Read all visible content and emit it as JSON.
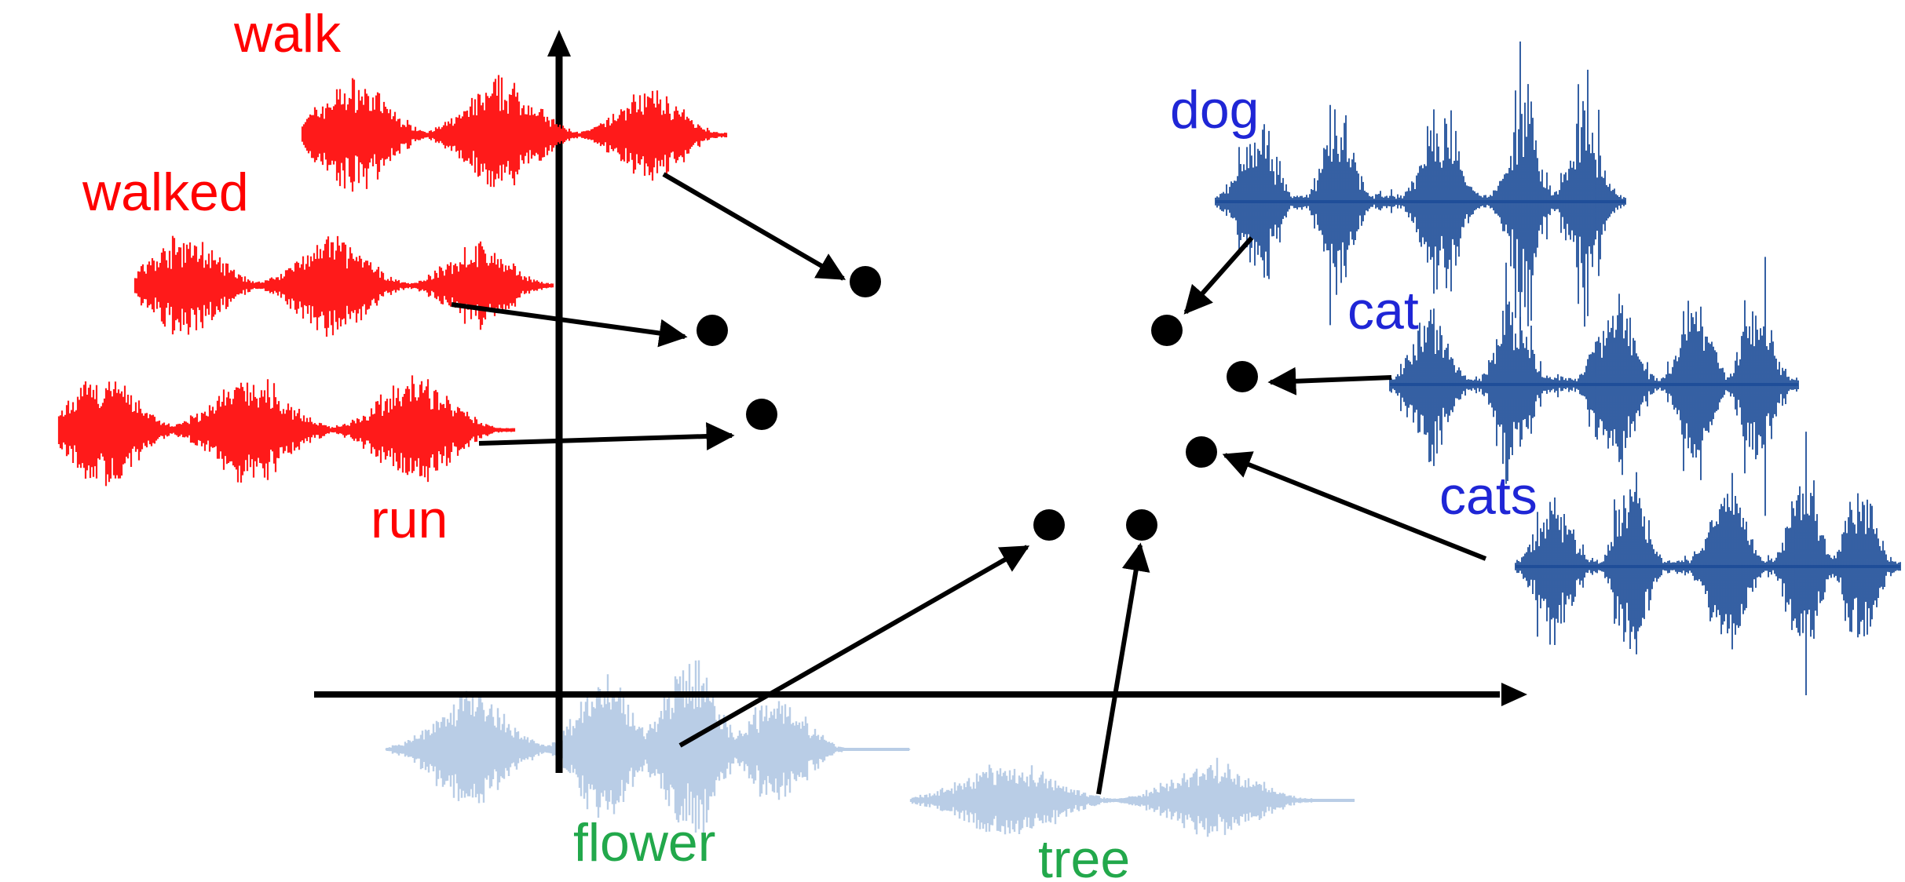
{
  "diagram": {
    "colors": {
      "group_red": "#ff0000",
      "group_blue": "#1f26d6",
      "group_green": "#22a84b",
      "waveform_red": "#ff1a1a",
      "waveform_blue": "#1f4e99",
      "waveform_light": "#b9cde6",
      "ink": "#000000"
    },
    "words": {
      "walk": "walk",
      "walked": "walked",
      "run": "run",
      "dog": "dog",
      "cat": "cat",
      "cats": "cats",
      "flower": "flower",
      "tree": "tree"
    }
  }
}
